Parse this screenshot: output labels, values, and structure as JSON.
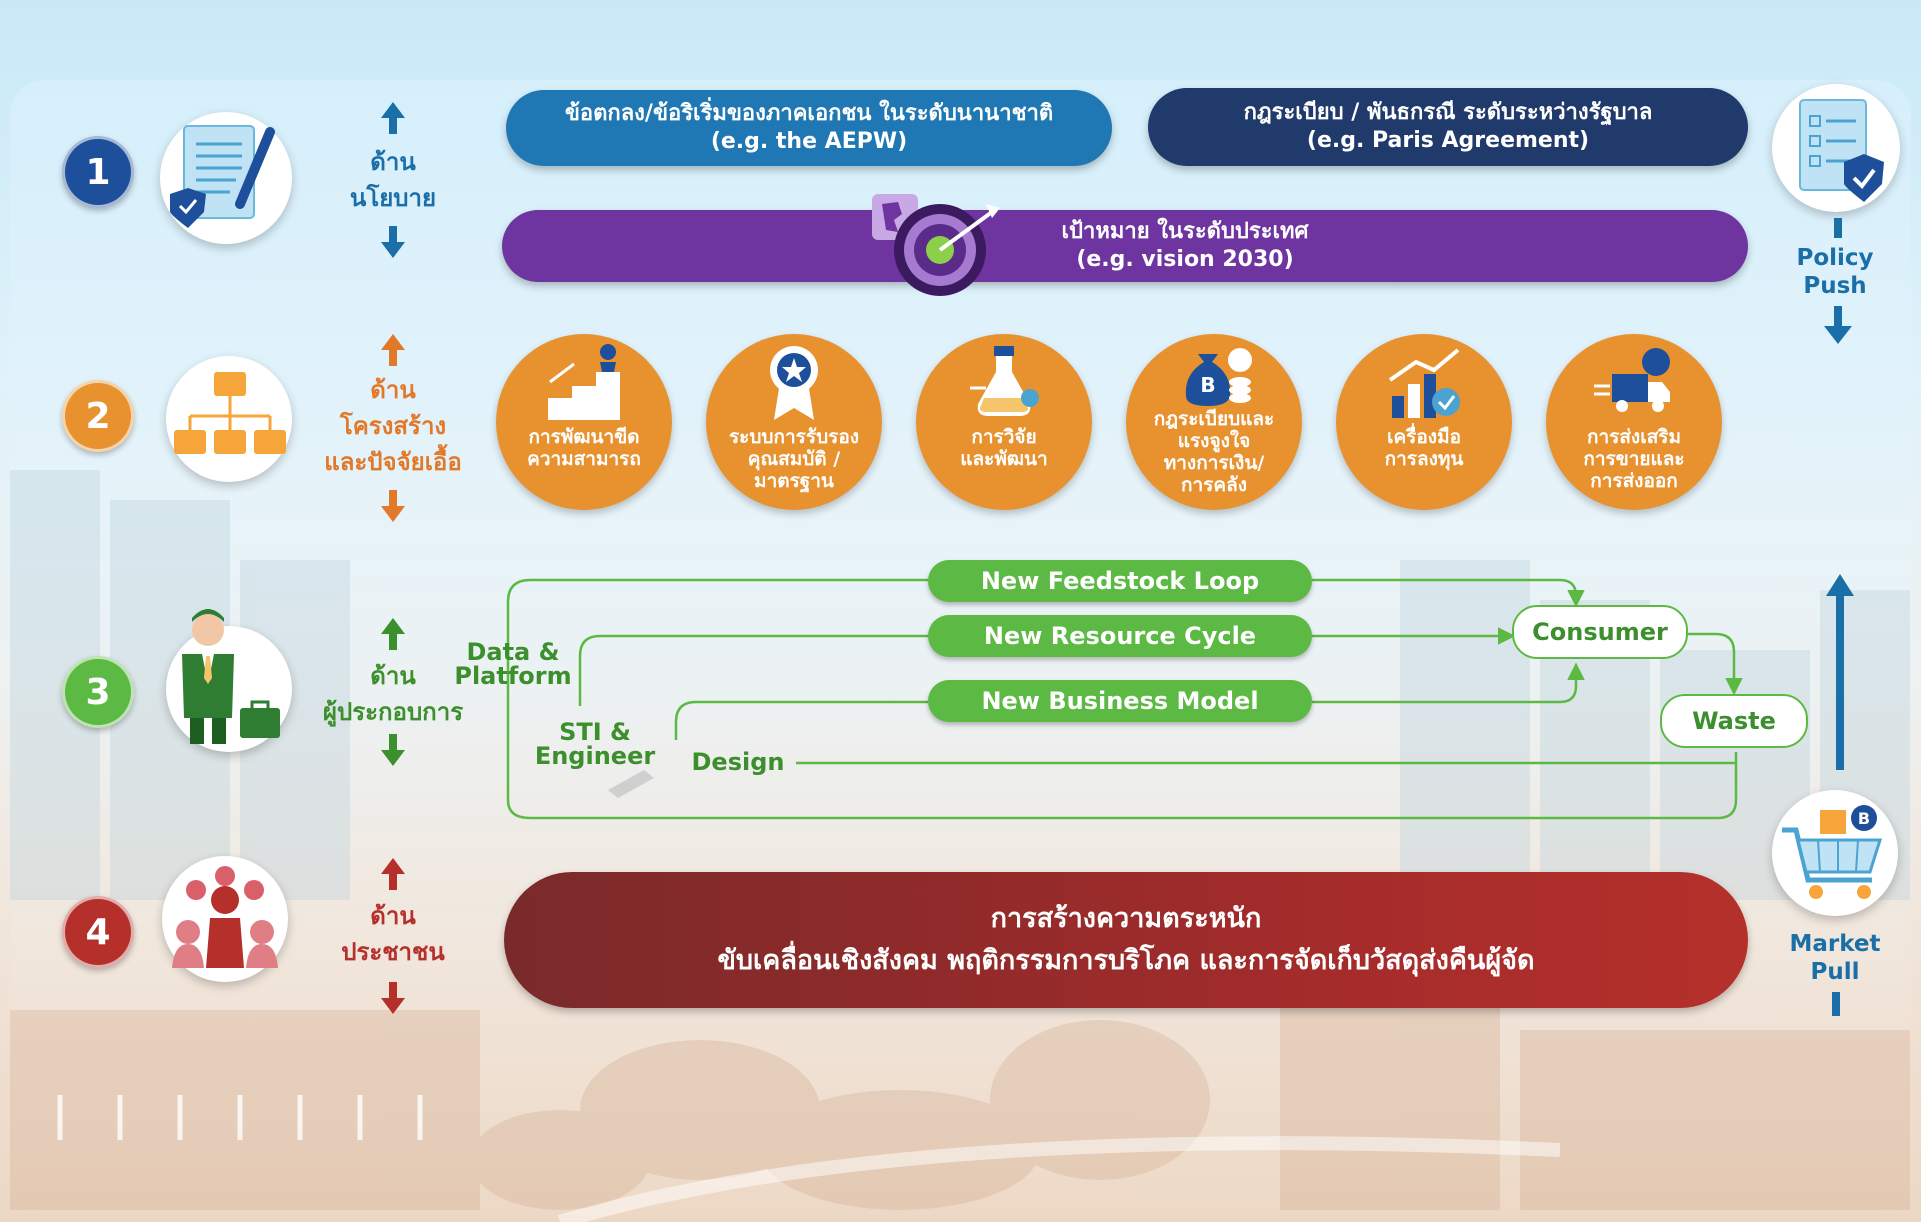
{
  "levels": [
    {
      "number": "1",
      "color": "#1e4f9a",
      "label_line1": "ด้าน",
      "label_line2": "นโยบาย",
      "label_line3": "",
      "label_color": "#1b6fa8"
    },
    {
      "number": "2",
      "color": "#e7922f",
      "label_line1": "ด้าน",
      "label_line2": "โครงสร้าง",
      "label_line3": "และปัจจัยเอื้อ",
      "label_color": "#e2792a"
    },
    {
      "number": "3",
      "color": "#5cb944",
      "label_line1": "ด้าน",
      "label_line2": "ผู้ประกอบการ",
      "label_line3": "",
      "label_color": "#3b8f2c"
    },
    {
      "number": "4",
      "color": "#b5302b",
      "label_line1": "ด้าน",
      "label_line2": "ประชาชน",
      "label_line3": "",
      "label_color": "#b5302b"
    }
  ],
  "policy": {
    "private_line1": "ข้อตกลง/ข้อริเริ่มของภาคเอกชน ในระดับนานาชาติ",
    "private_line2": "(e.g. the AEPW)",
    "intergov_line1": "กฎระเบียบ / พันธกรณี ระดับระหว่างรัฐบาล",
    "intergov_line2": "(e.g. Paris Agreement)",
    "national_line1": "เป้าหมาย ในระดับประเทศ",
    "national_line2": "(e.g. vision 2030)"
  },
  "structure_items": [
    {
      "line1": "การพัฒนาขีด",
      "line2": "ความสามารถ",
      "line3": "",
      "line4": "",
      "icon": "capacity-building-icon"
    },
    {
      "line1": "ระบบการรับรอง",
      "line2": "คุณสมบัติ /",
      "line3": "มาตรฐาน",
      "line4": "",
      "icon": "certification-medal-icon"
    },
    {
      "line1": "การวิจัย",
      "line2": "และพัฒนา",
      "line3": "",
      "line4": "",
      "icon": "research-flask-icon"
    },
    {
      "line1": "กฎระเบียบและ",
      "line2": "แรงจูงใจ",
      "line3": "ทางการเงิน/",
      "line4": "การคลัง",
      "icon": "money-bag-icon"
    },
    {
      "line1": "เครื่องมือ",
      "line2": "การลงทุน",
      "line3": "",
      "line4": "",
      "icon": "investment-chart-icon"
    },
    {
      "line1": "การส่งเสริม",
      "line2": "การขายและ",
      "line3": "การส่งออก",
      "line4": "",
      "icon": "export-truck-icon"
    }
  ],
  "business": {
    "loop1": "New Feedstock Loop",
    "loop2": "New Resource Cycle",
    "loop3": "New Business Model",
    "consumer": "Consumer",
    "waste": "Waste",
    "data_line1": "Data &",
    "data_line2": "Platform",
    "sti_line1": "STI &",
    "sti_line2": "Engineer",
    "design": "Design"
  },
  "people": {
    "line1": "การสร้างความตระหนัก",
    "line2": "ขับเคลื่อนเชิงสังคม พฤติกรรมการบริโภค และการจัดเก็บวัสดุส่งคืนผู้จัด"
  },
  "side": {
    "policy_line1": "Policy",
    "policy_line2": "Push",
    "market_line1": "Market",
    "market_line2": "Pull"
  },
  "colors": {
    "policy_blue": "#1f77b4",
    "policy_navy": "#1f3a6b",
    "national_purple": "#6e35a0",
    "structure_orange": "#e7922f",
    "business_green": "#5cb944",
    "people_red": "#a8302c"
  }
}
